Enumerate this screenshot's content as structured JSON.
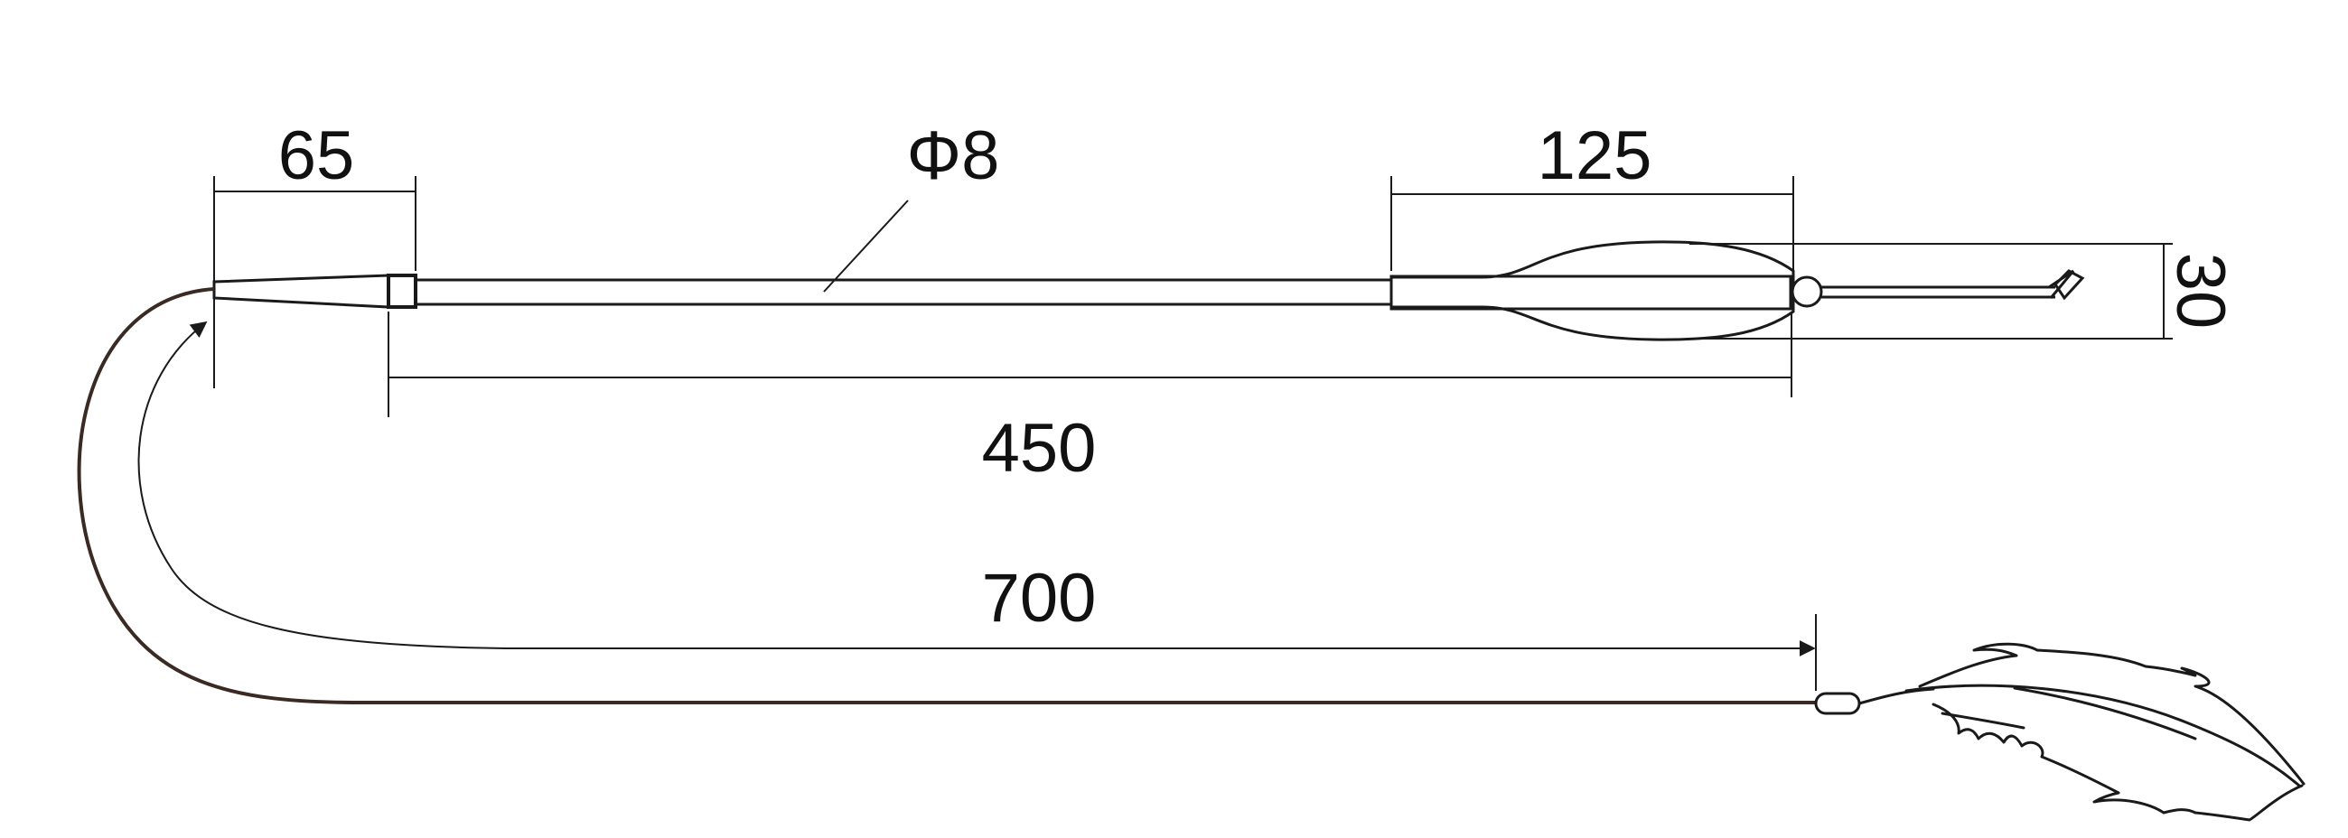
{
  "drawing": {
    "dimensions": {
      "tip_length": "65",
      "diameter": "Φ8",
      "grip_length": "125",
      "rod_length": "450",
      "cord_length": "700",
      "grip_width": "30"
    }
  },
  "colors": {
    "line": "#1a1a1a",
    "cord": "#3a2a24",
    "background": "#ffffff"
  }
}
